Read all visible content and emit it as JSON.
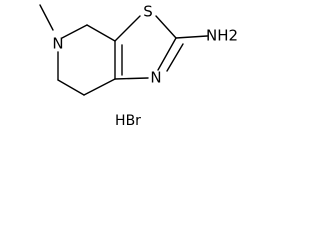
{
  "structure": {
    "atoms": {
      "nitrogen_ring": "N",
      "sulfur": "S",
      "amine": "NH2",
      "nitrogen_thiazole": "N"
    },
    "salt": "HBr"
  }
}
